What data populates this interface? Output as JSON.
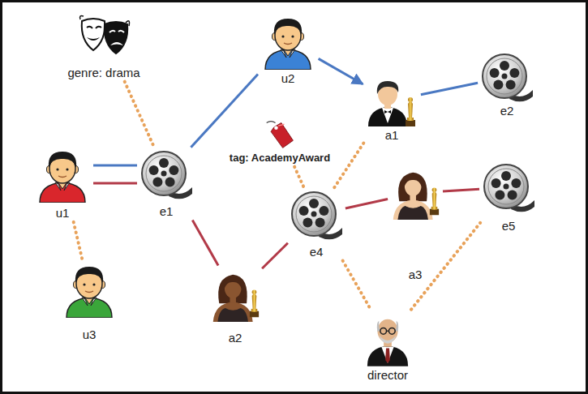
{
  "diagram": {
    "nodes": [
      {
        "text": [
          "genre: drama"
        ]
      },
      {
        "text": [
          "u2"
        ]
      },
      {
        "text": [
          "a1"
        ]
      },
      {
        "text": [
          "e2"
        ]
      },
      {
        "text": [
          "tag: AcademyAward"
        ]
      },
      {
        "text": [
          "u1"
        ]
      },
      {
        "text": [
          "e1"
        ]
      },
      {
        "text": [
          "e4"
        ]
      },
      {
        "text": [
          "a3"
        ]
      },
      {
        "text": [
          "e5"
        ]
      },
      {
        "text": [
          "u3"
        ]
      },
      {
        "text": [
          "a2"
        ]
      },
      {
        "text": [
          "director"
        ]
      }
    ],
    "edges": [
      {
        "from": 0,
        "to": 6,
        "arrow": "none"
      },
      {
        "from": 1,
        "to": 2,
        "arrow": "to"
      },
      {
        "from": 2,
        "to": 3,
        "arrow": "none"
      },
      {
        "from": 5,
        "to": 6,
        "arrow": "none"
      },
      {
        "from": 5,
        "to": 6,
        "arrow": "none"
      },
      {
        "from": 6,
        "to": 1,
        "arrow": "none"
      },
      {
        "from": 4,
        "to": 7,
        "arrow": "none"
      },
      {
        "from": 2,
        "to": 7,
        "arrow": "none"
      },
      {
        "from": 7,
        "to": 8,
        "arrow": "none"
      },
      {
        "from": 8,
        "to": 9,
        "arrow": "none"
      },
      {
        "from": 5,
        "to": 10,
        "arrow": "none"
      },
      {
        "from": 6,
        "to": 11,
        "arrow": "none"
      },
      {
        "from": 11,
        "to": 7,
        "arrow": "none"
      },
      {
        "from": 7,
        "to": 12,
        "arrow": "none"
      },
      {
        "from": 12,
        "to": 9,
        "arrow": "none"
      }
    ]
  }
}
